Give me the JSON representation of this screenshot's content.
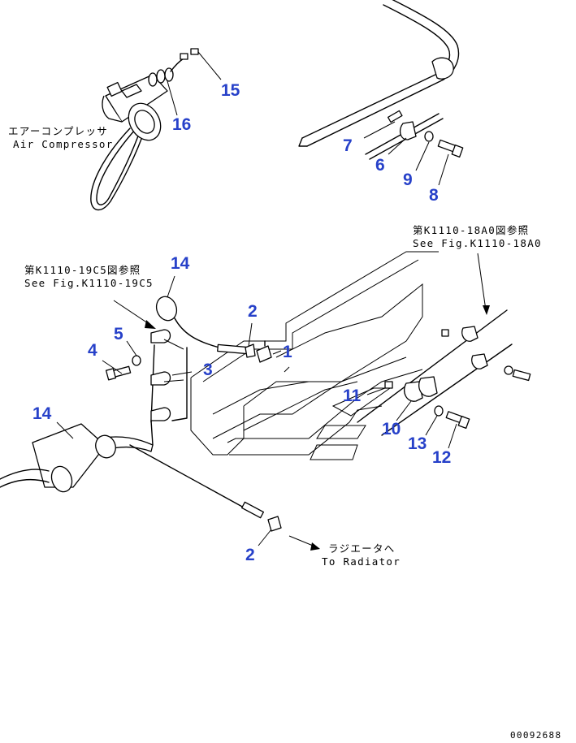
{
  "callouts": {
    "c1": "1",
    "c2a": "2",
    "c2b": "2",
    "c3": "3",
    "c4": "4",
    "c5": "5",
    "c6": "6",
    "c7": "7",
    "c8": "8",
    "c9": "9",
    "c10": "10",
    "c11": "11",
    "c12": "12",
    "c13": "13",
    "c14a": "14",
    "c14b": "14",
    "c15": "15",
    "c16": "16"
  },
  "notes": {
    "air_compressor_jp": "エアーコンプレッサ",
    "air_compressor_en": "Air Compressor",
    "ref_19c5_jp": "第K1110-19C5図参照",
    "ref_19c5_en": "See Fig.K1110-19C5",
    "ref_18a0_jp": "第K1110-18A0図参照",
    "ref_18a0_en": "See Fig.K1110-18A0",
    "to_radiator_jp": "ラジエータへ",
    "to_radiator_en": "To Radiator"
  },
  "drawing_number": "00092688",
  "colors": {
    "callout": "#2741c9",
    "line": "#000000",
    "background": "#ffffff"
  }
}
